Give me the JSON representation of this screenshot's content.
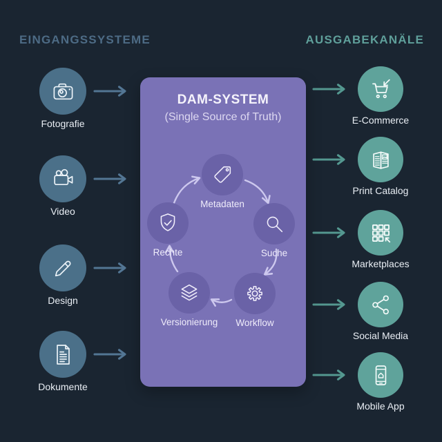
{
  "headings": {
    "left": "EINGANGSSYSTEME",
    "right": "AUSGABEKANÄLE"
  },
  "inputs": [
    {
      "label": "Fotografie",
      "icon": "camera-icon"
    },
    {
      "label": "Video",
      "icon": "video-camera-icon"
    },
    {
      "label": "Design",
      "icon": "pencil-icon"
    },
    {
      "label": "Dokumente",
      "icon": "document-icon"
    }
  ],
  "dam": {
    "title": "DAM-SYSTEM",
    "subtitle": "(Single Source of Truth)",
    "nodes": [
      {
        "label": "Metadaten",
        "icon": "tag-icon"
      },
      {
        "label": "Suche",
        "icon": "magnifier-icon"
      },
      {
        "label": "Workflow",
        "icon": "gear-icon"
      },
      {
        "label": "Versionierung",
        "icon": "layers-icon"
      },
      {
        "label": "Rechte",
        "icon": "shield-check-icon"
      }
    ]
  },
  "outputs": [
    {
      "label": "E-Commerce",
      "icon": "shopping-cart-icon"
    },
    {
      "label": "Print Catalog",
      "icon": "open-catalog-icon"
    },
    {
      "label": "Marketplaces",
      "icon": "grid-icon"
    },
    {
      "label": "Social Media",
      "icon": "share-icon"
    },
    {
      "label": "Mobile App",
      "icon": "smartphone-icon"
    }
  ],
  "colors": {
    "background": "#1a2531",
    "input_circle": "#4b7089",
    "input_arrow": "#537694",
    "input_heading": "#4d6b85",
    "output_circle": "#5fa39b",
    "output_arrow": "#549890",
    "output_heading": "#5f9f9a",
    "dam_panel": "#7a72b6",
    "dam_node": "#6a62a7",
    "cycle_arrow": "#cdc8ee",
    "label": "#e9eef4"
  }
}
